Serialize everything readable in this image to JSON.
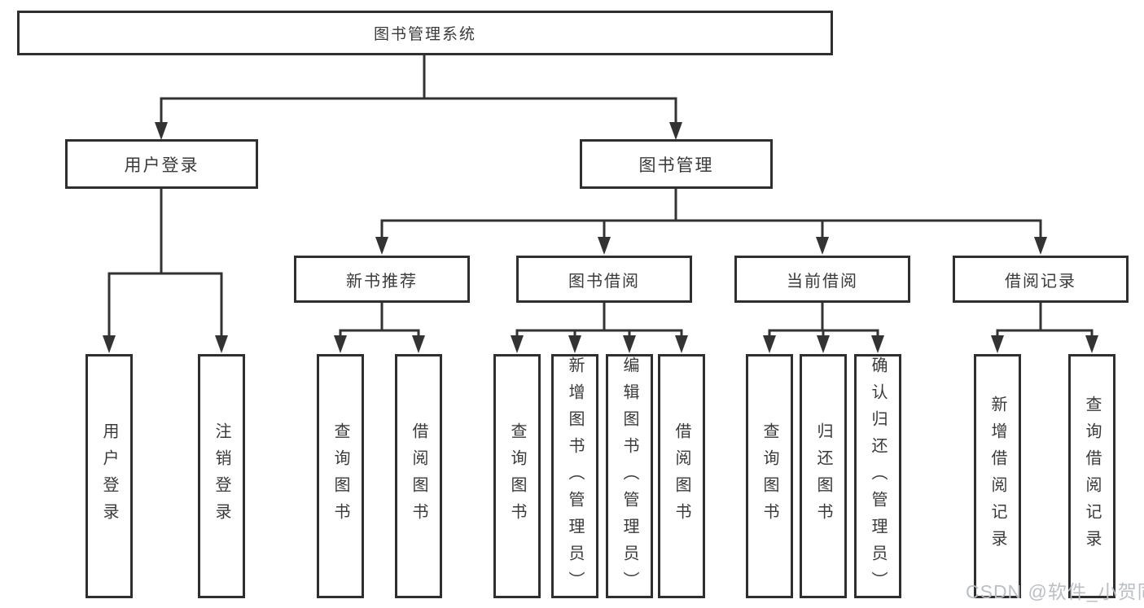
{
  "diagram_title": "图书管理系统",
  "tree": {
    "root": {
      "label": "图书管理系统",
      "children": [
        {
          "label": "用户登录",
          "children": [
            {
              "label": "用户登录"
            },
            {
              "label": "注销登录"
            }
          ]
        },
        {
          "label": "图书管理",
          "children": [
            {
              "label": "新书推荐",
              "children": [
                {
                  "label": "查询图书"
                },
                {
                  "label": "借阅图书"
                }
              ]
            },
            {
              "label": "图书借阅",
              "children": [
                {
                  "label": "查询图书"
                },
                {
                  "label": "新增图书（管理员）"
                },
                {
                  "label": "编辑图书（管理员）"
                },
                {
                  "label": "借阅图书"
                }
              ]
            },
            {
              "label": "当前借阅",
              "children": [
                {
                  "label": "查询图书"
                },
                {
                  "label": "归还图书"
                },
                {
                  "label": "确认归还（管理员）"
                }
              ]
            },
            {
              "label": "借阅记录",
              "children": [
                {
                  "label": "新增借阅记录"
                },
                {
                  "label": "查询借阅记录"
                }
              ]
            }
          ]
        }
      ]
    }
  },
  "watermark": {
    "text": "CSDN @软件_小贺同学"
  },
  "colors": {
    "line": "#333333",
    "box_border": "#2f2f2f",
    "box_background": "#ffffff",
    "text": "#3a3a3a",
    "watermark": "#b7bcc1"
  }
}
